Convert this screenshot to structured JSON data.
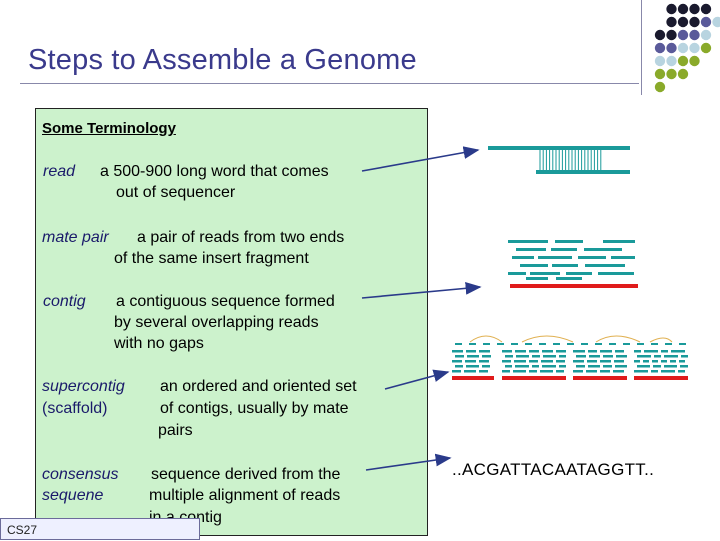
{
  "slide": {
    "title": "Steps to Assemble a Genome",
    "footer": "CS27"
  },
  "terminology": {
    "heading": "Some Terminology",
    "items": [
      {
        "term": "read",
        "definition_line1": "a 500-900 long word that comes",
        "definition_line2": "out of sequencer"
      },
      {
        "term": "mate pair",
        "definition_line1": "a pair of reads from two ends",
        "definition_line2": "of the same insert fragment"
      },
      {
        "term": "contig",
        "definition_line1": "a contiguous sequence formed",
        "definition_line2": "by several overlapping reads",
        "definition_line3": "with no gaps"
      },
      {
        "term": "supercontig",
        "term_sub": "(scaffold)",
        "definition_line1": "an ordered and oriented set",
        "definition_line2": "of contigs, usually by mate",
        "definition_line3": "pairs"
      },
      {
        "term": "consensus",
        "term_line2": "sequene",
        "definition_line1": "sequence derived from the",
        "definition_line2": "multiple alignment of reads",
        "definition_line3": "in a contig"
      }
    ]
  },
  "illustration": {
    "consensus_sequence": "..ACGATTACAATAGGTT.."
  },
  "colors": {
    "title": "#3a3a8c",
    "box_fill": "#ccf2cc",
    "read": "#1a9a9a",
    "contig": "#e01b1b",
    "arrow": "#2a3a8a"
  }
}
